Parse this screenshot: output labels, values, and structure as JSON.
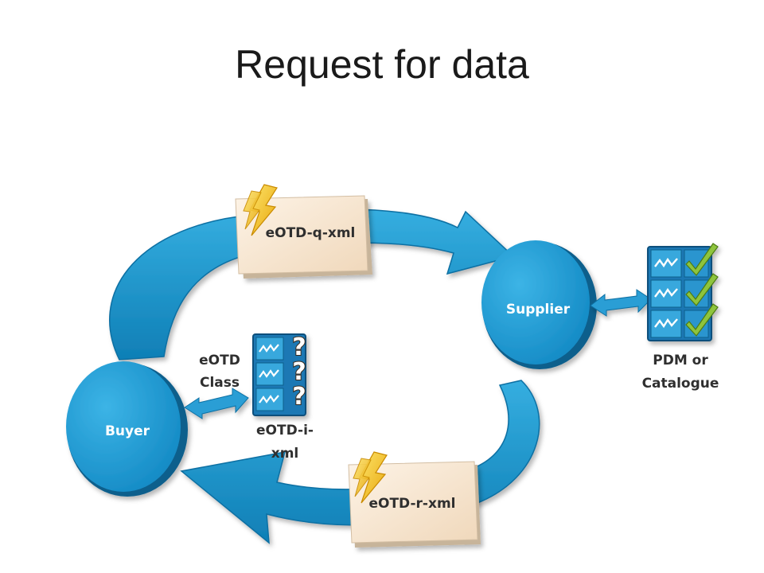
{
  "title": "Request for data",
  "nodes": {
    "buyer": "Buyer",
    "supplier": "Supplier"
  },
  "documents": {
    "query": "eOTD-q-xml",
    "response": "eOTD-r-xml"
  },
  "labels": {
    "eotd_class_line1": "eOTD",
    "eotd_class_line2": "Class",
    "eotd_i_line1": "eOTD-i-",
    "eotd_i_line2": "xml",
    "pdm_line1": "PDM or",
    "pdm_line2": "Catalogue"
  },
  "glyphs": {
    "question": "?"
  },
  "colors": {
    "blue": "#1a95cf",
    "dark_blue": "#0b5e8c",
    "doc_fill": "#f6e2c9",
    "bolt": "#f4c21c",
    "check": "#8ec43c"
  }
}
